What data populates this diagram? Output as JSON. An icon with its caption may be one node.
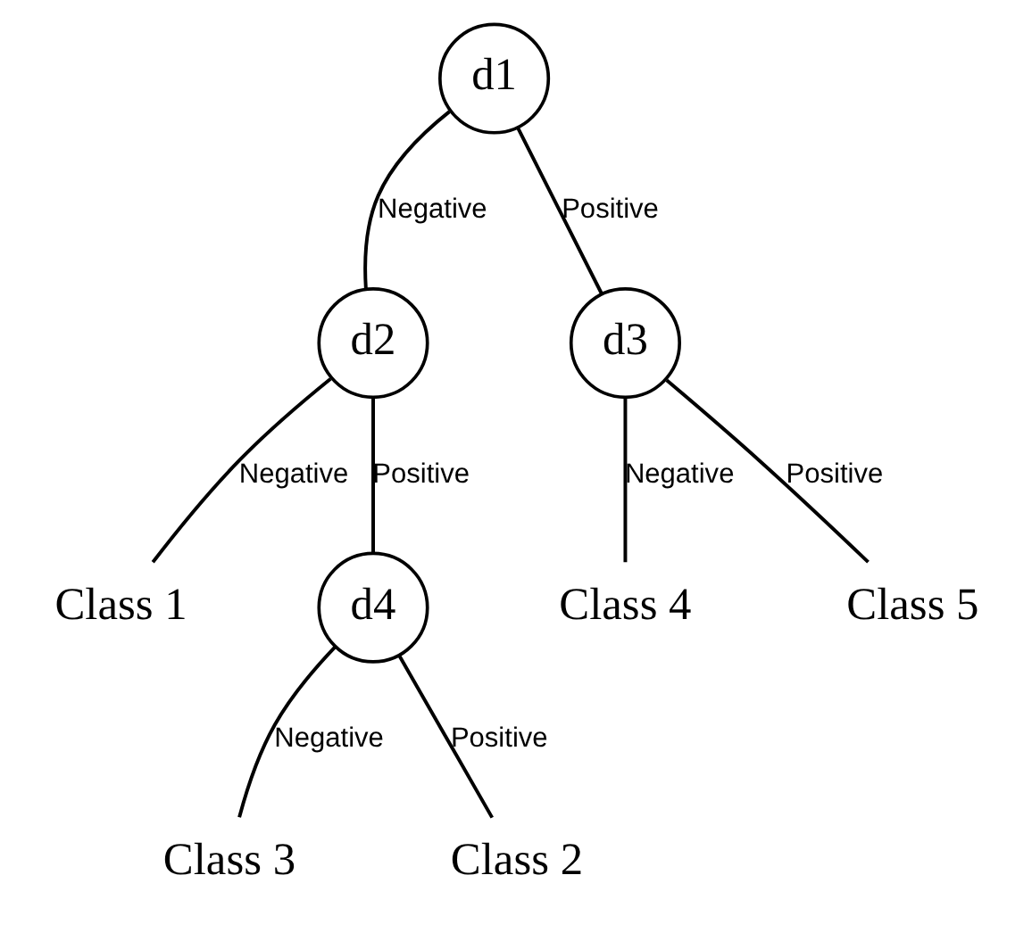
{
  "diagram": {
    "nodes": [
      {
        "text": [
          "d1"
        ]
      },
      {
        "text": [
          "d2"
        ]
      },
      {
        "text": [
          "d3"
        ]
      },
      {
        "text": [
          "Class 1"
        ]
      },
      {
        "text": [
          "d4"
        ]
      },
      {
        "text": [
          "Class 4"
        ]
      },
      {
        "text": [
          "Class 5"
        ]
      },
      {
        "text": [
          "Class 3"
        ]
      },
      {
        "text": [
          "Class 2"
        ]
      }
    ],
    "edges": [
      {
        "from": 0,
        "to": 1,
        "arrow": "none",
        "label": "Negative"
      },
      {
        "from": 0,
        "to": 2,
        "arrow": "none",
        "label": "Positive"
      },
      {
        "from": 1,
        "to": 3,
        "arrow": "none",
        "label": "Negative"
      },
      {
        "from": 1,
        "to": 4,
        "arrow": "none",
        "label": "Positive"
      },
      {
        "from": 2,
        "to": 5,
        "arrow": "none",
        "label": "Negative"
      },
      {
        "from": 2,
        "to": 6,
        "arrow": "none",
        "label": "Positive"
      },
      {
        "from": 4,
        "to": 7,
        "arrow": "none",
        "label": "Negative"
      },
      {
        "from": 4,
        "to": 8,
        "arrow": "none",
        "label": "Positive"
      }
    ]
  }
}
